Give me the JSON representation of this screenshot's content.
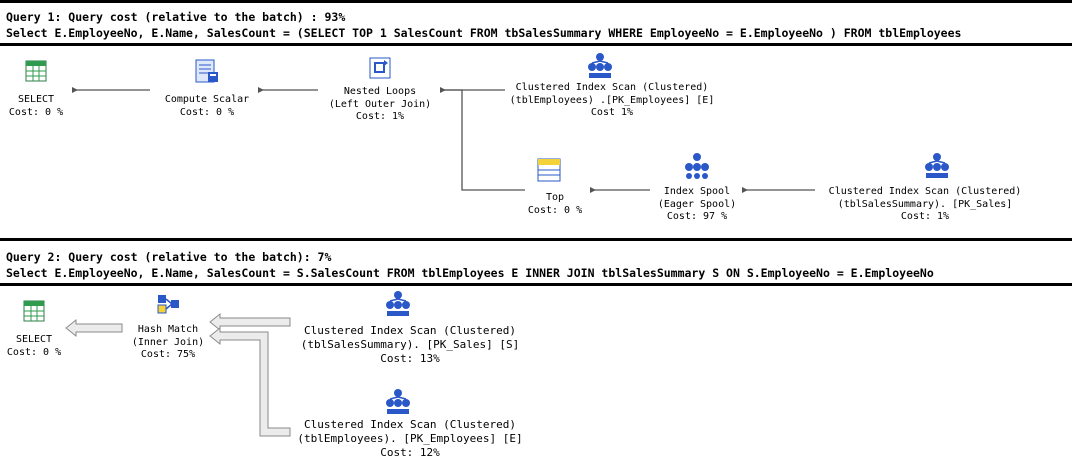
{
  "query1": {
    "header": "Query 1: Query cost (relative to the batch) : 93%",
    "sql": "Select E.EmployeeNo, E.Name, SalesCount = (SELECT TOP 1 SalesCount FROM tbSalesSummary WHERE EmployeeNo = E.EmployeeNo ) FROM tblEmployees",
    "nodes": {
      "select": {
        "name": "SELECT",
        "cost": "Cost: 0 %",
        "icon": "select-icon"
      },
      "compute_scalar": {
        "name": "Compute Scalar",
        "cost": "Cost: 0 %",
        "icon": "compute-scalar-icon"
      },
      "nested_loops": {
        "name": "Nested Loops",
        "sub": "(Left Outer Join)",
        "cost": "Cost: 1%",
        "icon": "nested-loops-icon"
      },
      "ci_scan_emp": {
        "name": "Clustered Index Scan (Clustered)",
        "sub": "(tblEmployees) .[PK_Employees] [E]",
        "cost": "Cost 1%",
        "icon": "clustered-index-scan-icon"
      },
      "top": {
        "name": "Top",
        "cost": "Cost: 0 %",
        "icon": "top-icon"
      },
      "index_spool": {
        "name": "Index Spool",
        "sub": "(Eager Spool)",
        "cost": "Cost: 97 %",
        "icon": "index-spool-icon"
      },
      "ci_scan_sales": {
        "name": "Clustered Index Scan (Clustered)",
        "sub": "(tblSalesSummary). [PK_Sales]",
        "cost": "Cost: 1%",
        "icon": "clustered-index-scan-icon"
      }
    }
  },
  "query2": {
    "header": "Query 2: Query cost (relative to the batch): 7%",
    "sql": "Select E.EmployeeNo, E.Name, SalesCount = S.SalesCount FROM tblEmployees E INNER JOIN tblSalesSummary S ON S.EmployeeNo = E.EmployeeNo",
    "nodes": {
      "select": {
        "name": "SELECT",
        "cost": "Cost: 0 %",
        "icon": "select-icon"
      },
      "hash_match": {
        "name": "Hash Match",
        "sub": "(Inner Join)",
        "cost": "Cost: 75%",
        "icon": "hash-match-icon"
      },
      "ci_scan_sales": {
        "name": "Clustered Index Scan (Clustered)",
        "sub": "(tblSalesSummary). [PK_Sales] [S]",
        "cost": "Cost: 13%",
        "icon": "clustered-index-scan-icon"
      },
      "ci_scan_emp": {
        "name": "Clustered Index Scan (Clustered)",
        "sub": "(tblEmployees). [PK_Employees] [E]",
        "cost": "Cost: 12%",
        "icon": "clustered-index-scan-icon"
      }
    }
  },
  "colors": {
    "accent_blue": "#2a58c8",
    "select_green": "#2e9b4e",
    "header_yellow": "#f4d23a"
  }
}
